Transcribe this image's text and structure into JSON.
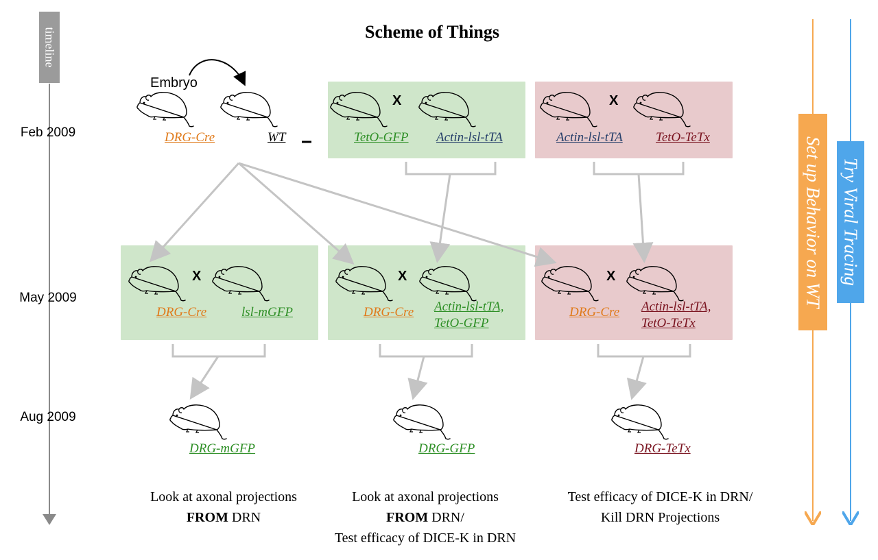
{
  "title": "Scheme of Things",
  "timeline": {
    "label": "timeline",
    "dates": [
      "Feb 2009",
      "May 2009",
      "Aug 2009"
    ]
  },
  "top_row": {
    "embryo_label": "Embryo",
    "left": {
      "mouse1": "DRG-Cre",
      "mouse2": "WT"
    },
    "middle": {
      "cross": "X",
      "mouse1": "TetO-GFP",
      "mouse2": "Actin-lsl-tTA"
    },
    "right": {
      "cross": "X",
      "mouse1": "Actin-lsl-tTA",
      "mouse2": "TetO-TeTx"
    }
  },
  "middle_row": {
    "left": {
      "cross": "X",
      "mouse1": "DRG-Cre",
      "mouse2": "lsl-mGFP"
    },
    "middle": {
      "cross": "X",
      "mouse1": "DRG-Cre",
      "mouse2_line1": "Actin-lsl-tTA,",
      "mouse2_line2": "TetO-GFP"
    },
    "right": {
      "cross": "X",
      "mouse1": "DRG-Cre",
      "mouse2_line1": "Actin-lsl-tTA,",
      "mouse2_line2": "TetO-TeTx"
    }
  },
  "offspring": [
    "DRG-mGFP",
    "DRG-GFP",
    "DRG-TeTx"
  ],
  "captions": {
    "left": {
      "line1": "Look at axonal projections",
      "bold": "FROM",
      "rest": " DRN"
    },
    "middle": {
      "line1": "Look at axonal projections",
      "bold": "FROM",
      "rest": " DRN/",
      "line3": "Test efficacy of DICE-K in DRN"
    },
    "right": {
      "line1": "Test efficacy of DICE-K in DRN/",
      "line2": "Kill DRN Projections"
    }
  },
  "side_tracks": {
    "behavior": "Set up Behavior on WT",
    "viral": "Try Viral Tracing"
  },
  "colors": {
    "green_panel": "#cfe6ca",
    "red_panel": "#e8cacc",
    "orange": "#e07a1a",
    "green_text": "#2e8f26",
    "maroon": "#7a1420",
    "track_orange": "#f6a850",
    "track_blue": "#4fa6ea",
    "arrow_gray": "#c4c4c4"
  }
}
